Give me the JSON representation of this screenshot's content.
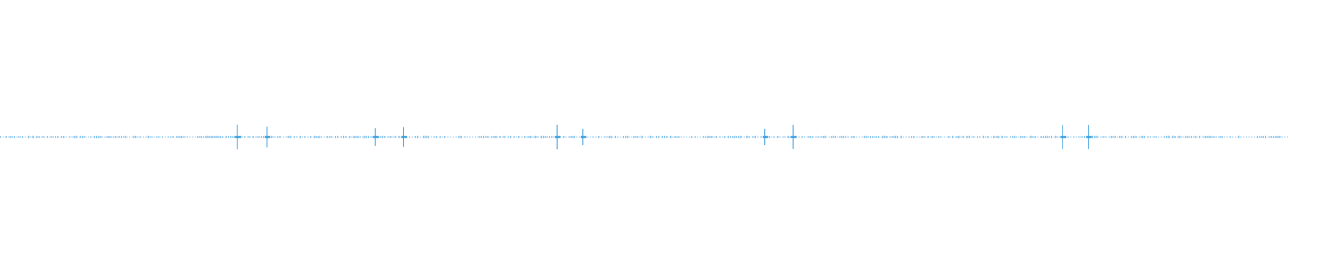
{
  "waveform": {
    "color": "#3a9fe0",
    "background": "#ffffff",
    "duration_s": 50,
    "peak_amplitude": 1.0,
    "spike_pairs": [
      {
        "first_s": 9.2,
        "first_amp": 0.45,
        "second_s": 10.35,
        "second_amp": 0.38
      },
      {
        "first_s": 14.55,
        "first_amp": 0.32,
        "second_s": 15.65,
        "second_amp": 0.36
      },
      {
        "first_s": 21.6,
        "first_amp": 0.45,
        "second_s": 22.6,
        "second_amp": 0.3
      },
      {
        "first_s": 29.65,
        "first_amp": 0.3,
        "second_s": 30.75,
        "second_amp": 0.44
      },
      {
        "first_s": 41.2,
        "first_amp": 0.44,
        "second_s": 42.2,
        "second_amp": 0.44
      }
    ]
  }
}
